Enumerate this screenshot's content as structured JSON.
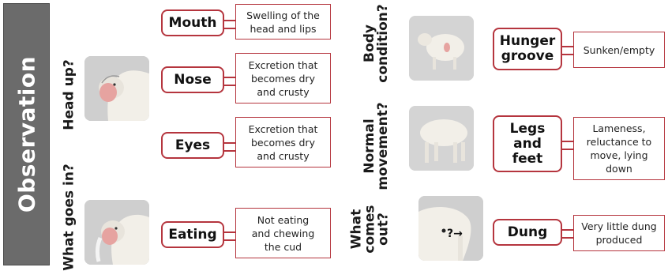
{
  "sidebar": {
    "title": "Observation"
  },
  "questions": {
    "head_up": "Head up?",
    "what_goes_in": "What goes in?",
    "body_condition": [
      "Body",
      "condition?"
    ],
    "normal_movement": [
      "Normal",
      "movement?"
    ],
    "what_comes_out": [
      "What",
      "comes",
      "out?"
    ]
  },
  "signs": {
    "mouth": {
      "label": "Mouth",
      "detail": [
        "Swelling of the",
        "head and lips"
      ]
    },
    "nose": {
      "label": "Nose",
      "detail": [
        "Excretion that",
        "becomes dry",
        "and crusty"
      ]
    },
    "eyes": {
      "label": "Eyes",
      "detail": [
        "Excretion that",
        "becomes dry",
        "and crusty"
      ]
    },
    "eating": {
      "label": "Eating",
      "detail": [
        "Not eating",
        "and chewing",
        "the cud"
      ]
    },
    "hunger_groove": {
      "label": [
        "Hunger",
        "groove"
      ],
      "detail": [
        "Sunken/empty"
      ]
    },
    "legs_feet": {
      "label": [
        "Legs",
        "and",
        "feet"
      ],
      "detail": [
        "Lameness,",
        "reluctance to",
        "move, lying",
        "down"
      ]
    },
    "dung": {
      "label": "Dung",
      "detail": [
        "Very little dung",
        "produced"
      ]
    }
  },
  "images": {
    "sheep_head_icon": "sheep-head-photo",
    "sheep_eating_icon": "sheep-eating-photo",
    "sheep_body_icon": "sheep-body-photo",
    "sheep_legs_icon": "sheep-legs-photo",
    "sheep_rear_icon": "sheep-rear-photo",
    "dung_marker": "?→"
  },
  "colors": {
    "accent": "#b5353e",
    "sidebar": "#6b6b6b",
    "thumb_bg": "#cfcfcf"
  }
}
